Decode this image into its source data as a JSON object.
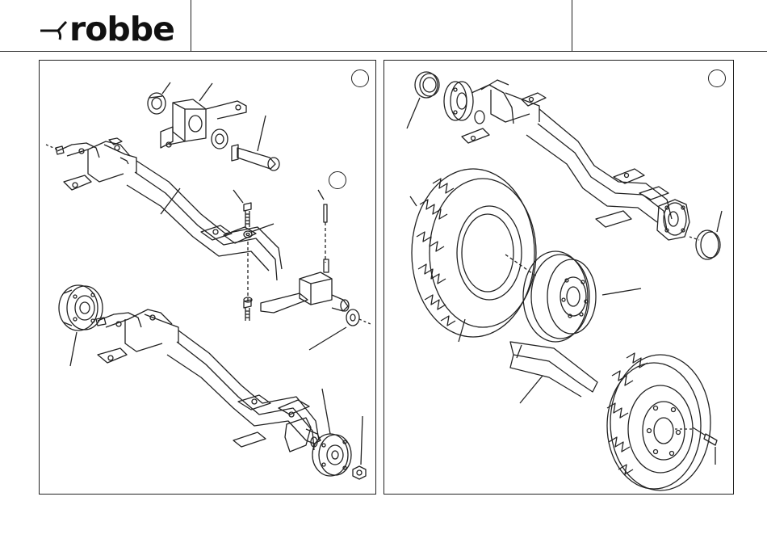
{
  "header": {
    "brand": "robbe"
  },
  "panels": [
    {
      "name": "left-assembly-panel",
      "description_icons": [
        "steering-axle",
        "bearing",
        "steering-knuckle",
        "kingpin",
        "hub",
        "wheel-nut"
      ]
    },
    {
      "name": "right-assembly-panel",
      "description_icons": [
        "drive-axle",
        "tyre",
        "rim",
        "mudguard",
        "hub-cap",
        "wheel-bolt"
      ]
    }
  ],
  "colors": {
    "line": "#222222",
    "background": "#ffffff"
  }
}
